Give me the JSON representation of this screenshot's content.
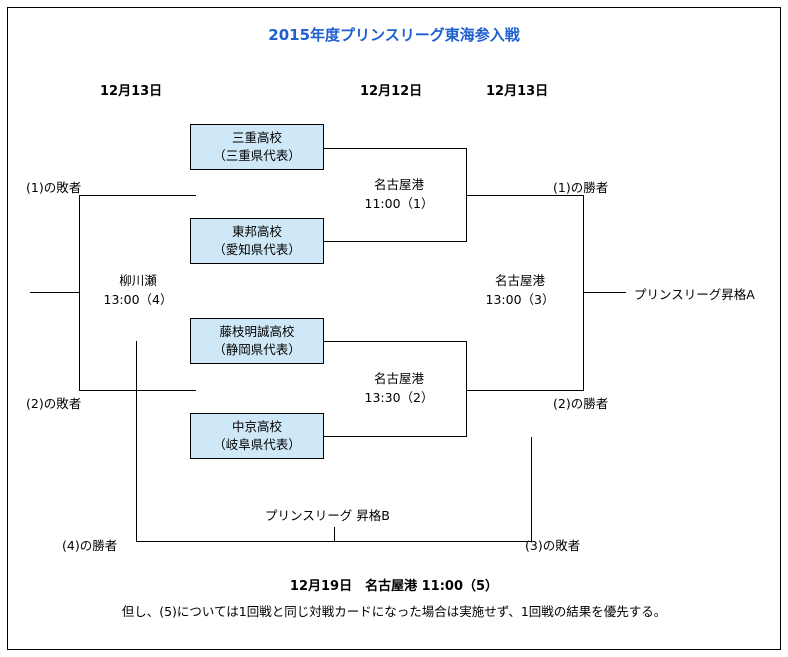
{
  "title": "2015年度プリンスリーグ東海参入戦",
  "accent_color": "#1f5fd0",
  "team_box_fill": "#cfe8f7",
  "date_headers": [
    {
      "text": "12月13日"
    },
    {
      "text": "12月12日"
    },
    {
      "text": "12月13日"
    }
  ],
  "teams": [
    {
      "name": "三重高校",
      "pref": "（三重県代表）"
    },
    {
      "name": "東邦高校",
      "pref": "（愛知県代表）"
    },
    {
      "name": "藤枝明誠高校",
      "pref": "（静岡県代表）"
    },
    {
      "name": "中京高校",
      "pref": "（岐阜県代表）"
    }
  ],
  "matches": [
    {
      "venue": "名古屋港",
      "time": "11:00（1）"
    },
    {
      "venue": "名古屋港",
      "time": "13:30（2）"
    },
    {
      "venue": "名古屋港",
      "time": "13:00（3）"
    },
    {
      "venue": "柳川瀬",
      "time": "13:00（4）"
    }
  ],
  "labels": {
    "loser_1": "(1)の敗者",
    "loser_2": "(2)の敗者",
    "winner_1": "(1)の勝者",
    "winner_2": "(2)の勝者",
    "winner_4": "(4)の勝者",
    "loser_3": "(3)の敗者",
    "promotion_a": "プリンスリーグ昇格A",
    "promotion_b": "プリンスリーグ 昇格B"
  },
  "footer": {
    "main": "12月19日　名古屋港 11:00（5）",
    "note": "但し、(5)については1回戦と同じ対戦カードになった場合は実施せず、1回戦の結果を優先する。"
  }
}
